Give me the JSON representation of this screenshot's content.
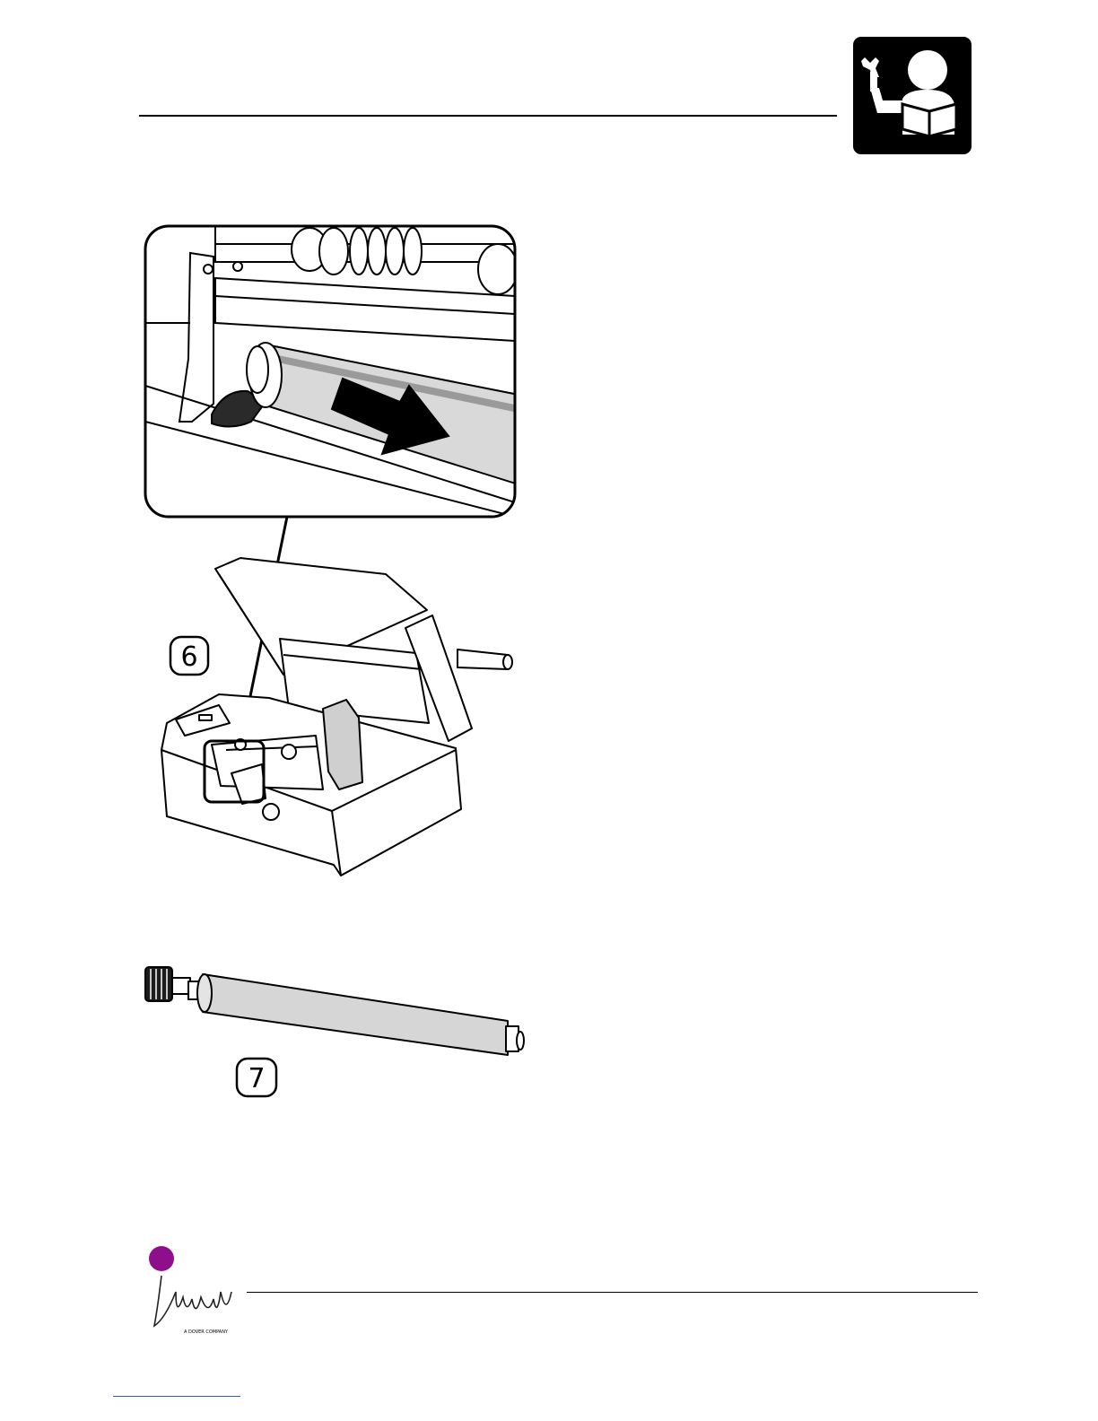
{
  "steps": [
    {
      "number": "6"
    },
    {
      "number": "7"
    }
  ],
  "brand": {
    "logo_text": "imaje",
    "tagline": "A DOVER COMPANY",
    "dot_color": "#8e0f8c"
  },
  "header": {
    "icon": "maintenance-manual-icon"
  }
}
